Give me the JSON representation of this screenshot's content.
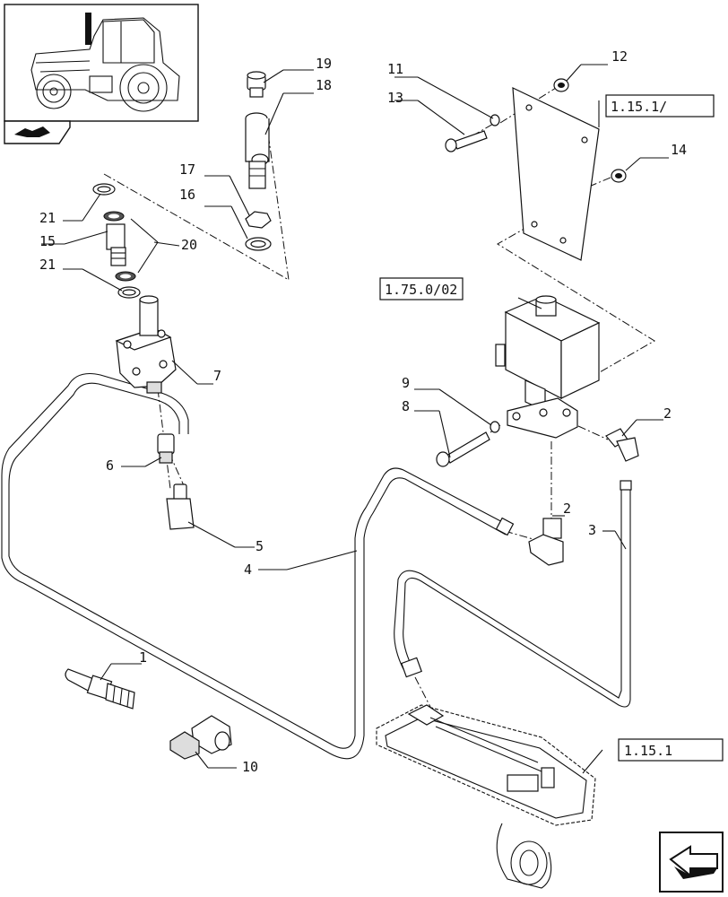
{
  "callouts": {
    "c1": "1",
    "c2a": "2",
    "c2b": "2",
    "c3": "3",
    "c4": "4",
    "c5": "5",
    "c6": "6",
    "c7": "7",
    "c8": "8",
    "c9": "9",
    "c10": "10",
    "c11": "11",
    "c12": "12",
    "c13": "13",
    "c14": "14",
    "c15": "15",
    "c16": "16",
    "c17": "17",
    "c18": "18",
    "c19": "19",
    "c20": "20",
    "c21a": "21",
    "c21b": "21"
  },
  "refs": {
    "r1": "1.15.1/",
    "r2": "1.75.0/02",
    "r3": "1.15.1"
  },
  "icons": {
    "thumbnail": "tractor-thumbnail-icon",
    "section": "section-shape-icon",
    "nav": "next-page-arrow-icon"
  }
}
